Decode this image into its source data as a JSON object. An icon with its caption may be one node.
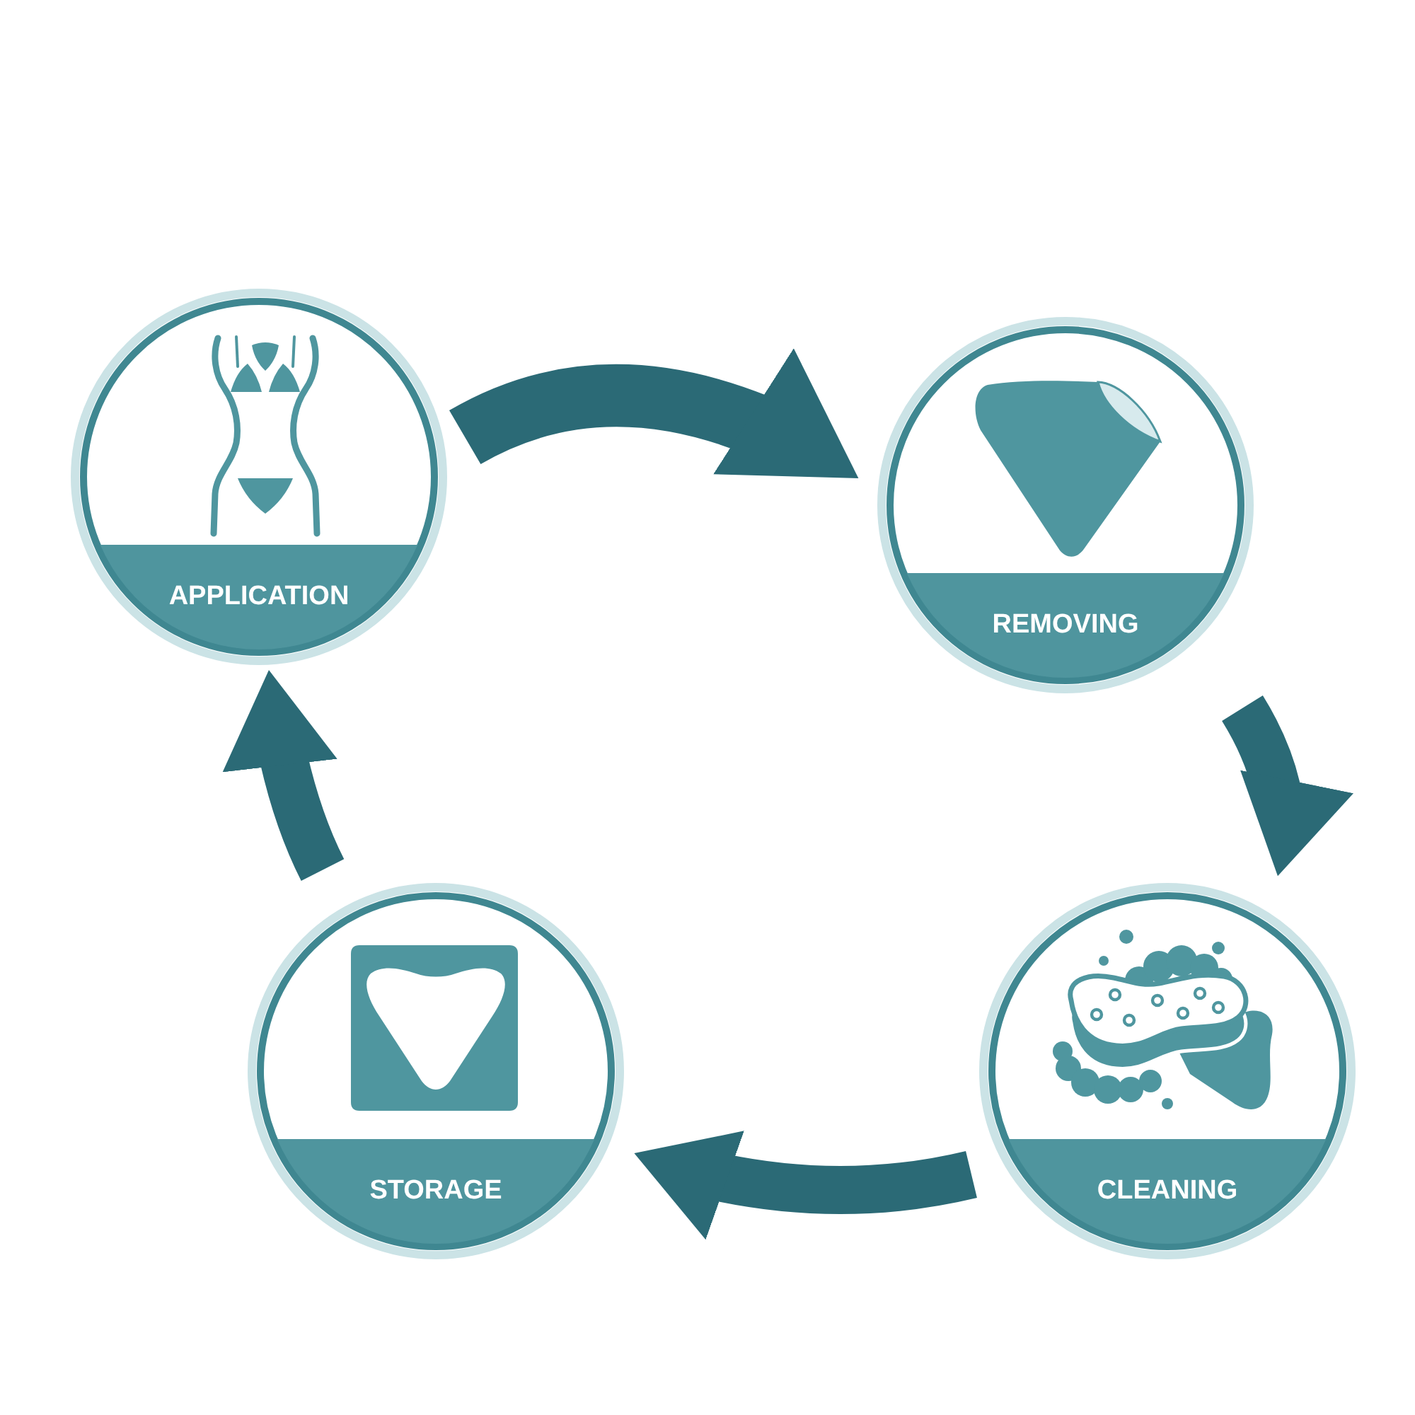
{
  "diagram": {
    "nodes": [
      {
        "text": [
          "APPLICATION"
        ]
      },
      {
        "text": [
          "REMOVING"
        ]
      },
      {
        "text": [
          "CLEANING"
        ]
      },
      {
        "text": [
          "STORAGE"
        ]
      }
    ],
    "edges": [
      {
        "from": 0,
        "to": 1,
        "arrow": "to"
      },
      {
        "from": 1,
        "to": 2,
        "arrow": "to"
      },
      {
        "from": 2,
        "to": 3,
        "arrow": "to"
      },
      {
        "from": 3,
        "to": 0,
        "arrow": "to"
      }
    ]
  }
}
